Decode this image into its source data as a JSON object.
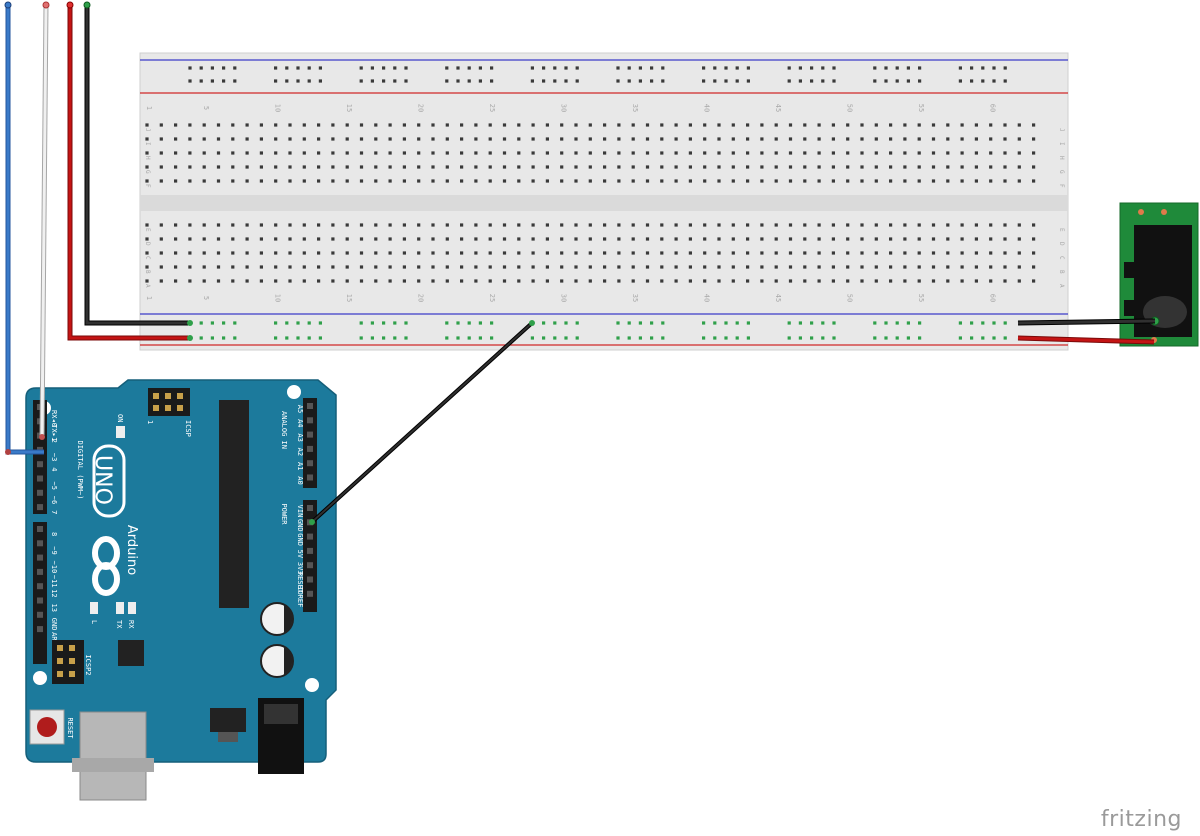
{
  "breadboard": {
    "column_numbers": [
      "1",
      "5",
      "10",
      "15",
      "20",
      "25",
      "30",
      "35",
      "40",
      "45",
      "50",
      "55",
      "60"
    ],
    "top_rows": [
      "J",
      "I",
      "H",
      "G",
      "F"
    ],
    "bottom_rows": [
      "E",
      "D",
      "C",
      "B",
      "A"
    ]
  },
  "arduino": {
    "brand": "Arduino",
    "model": "UNO",
    "digital_label": "DIGITAL (PWM~)",
    "analog_label": "ANALOG IN",
    "power_label": "POWER",
    "icsp_label": "ICSP",
    "icsp2_label": "ICSP2",
    "icsp_pin1": "1",
    "reset_label": "RESET",
    "on_label": "ON",
    "led_l": "L",
    "led_tx": "TX",
    "led_rx": "RX",
    "digital_pins": [
      "RX◂0",
      "TX▸1",
      "2",
      "~3",
      "4",
      "~5",
      "~6",
      "7",
      "8",
      "~9",
      "~10",
      "~11",
      "12",
      "13",
      "GND",
      "AREF"
    ],
    "analog_pins": [
      "A5",
      "A4",
      "A3",
      "A2",
      "A1",
      "A0"
    ],
    "power_pins": [
      "VIN",
      "GND",
      "GND",
      "5V",
      "3V3",
      "RESET",
      "IOREF"
    ]
  },
  "colors": {
    "board": "#1c7a9c",
    "breadboard": "#e8e8e8",
    "wire_red": "#c41414",
    "wire_black": "#202020",
    "wire_blue": "#3a7ac8",
    "wire_white": "#e6e6e6",
    "jack_pcb": "#1f8a3a"
  },
  "watermark": "fritzing"
}
